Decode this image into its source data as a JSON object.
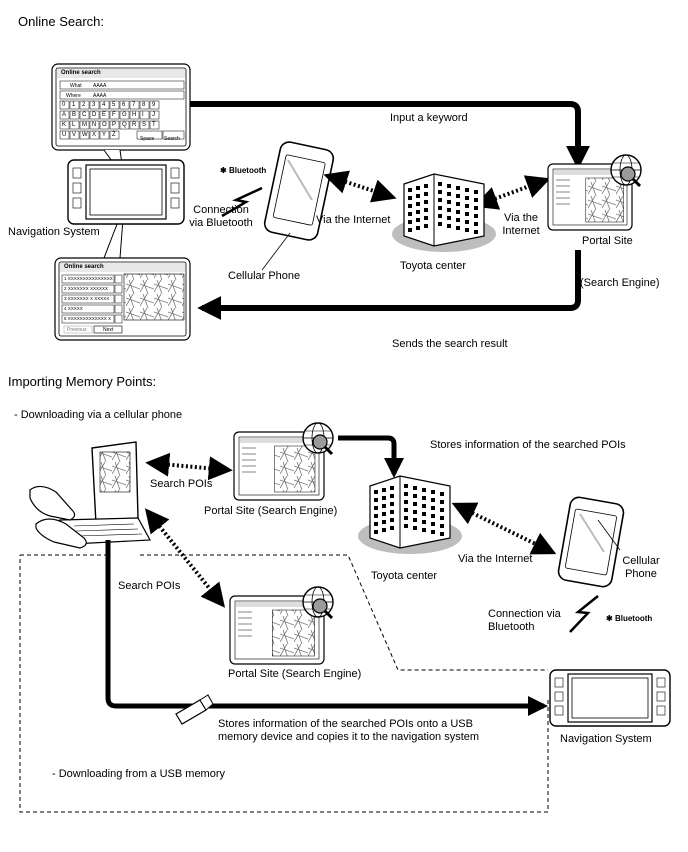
{
  "section1": {
    "title": "Online Search:",
    "input_keyword": "Input a keyword",
    "navigation_system": "Navigation System",
    "bluetooth": "Bluetooth",
    "connection_bluetooth_1": "Connection",
    "connection_bluetooth_2": "via Bluetooth",
    "cellular_phone": "Cellular Phone",
    "via_internet_left": "Via the Internet",
    "via_internet_right_1": "Via the",
    "via_internet_right_2": "Internet",
    "toyota_center": "Toyota center",
    "portal_site": "Portal Site",
    "search_engine": "(Search Engine)",
    "sends_result": "Sends the search result",
    "keyboard_screen": {
      "title": "Online search",
      "what_label": "What",
      "what_value": "AAAA",
      "where_label": "Where",
      "where_value": "AAAA",
      "rows": [
        [
          "0",
          "1",
          "2",
          "3",
          "4",
          "5",
          "6",
          "7",
          "8",
          "9"
        ],
        [
          "A",
          "B",
          "C",
          "D",
          "E",
          "F",
          "G",
          "H",
          "I",
          "J"
        ],
        [
          "K",
          "L",
          "M",
          "N",
          "O",
          "P",
          "Q",
          "R",
          "S",
          "T"
        ],
        [
          "U",
          "V",
          "W",
          "X",
          "Y",
          "Z"
        ]
      ],
      "space_key": "Space",
      "search_key": "Search"
    },
    "results_screen": {
      "title": "Online search",
      "items": [
        "1 XXXXXXXXXXXXXXX",
        "2 XXXXXXX XXXXXX",
        "3 XXXXXXX X XXXXX",
        "4 XXXXX",
        "5 XXXXXXXXXXXXX X"
      ],
      "previous": "Previous",
      "next": "Next"
    }
  },
  "section2": {
    "title": "Importing Memory Points:",
    "sub1": "- Downloading via a cellular phone",
    "search_pois_top": "Search POIs",
    "portal_top": "Portal Site (Search Engine)",
    "stores_info": "Stores information of the searched POIs",
    "toyota_center": "Toyota center",
    "via_internet": "Via the Internet",
    "cellular_phone_1": "Cellular",
    "cellular_phone_2": "Phone",
    "connection_via_1": "Connection via",
    "connection_via_2": "Bluetooth",
    "bluetooth": "Bluetooth",
    "search_pois_mid": "Search POIs",
    "portal_mid": "Portal Site (Search Engine)",
    "stores_usb_1": "Stores information of the searched POIs onto a USB",
    "stores_usb_2": "memory device and copies it to the navigation system",
    "navigation_system": "Navigation System",
    "sub2": "- Downloading from a USB memory"
  }
}
